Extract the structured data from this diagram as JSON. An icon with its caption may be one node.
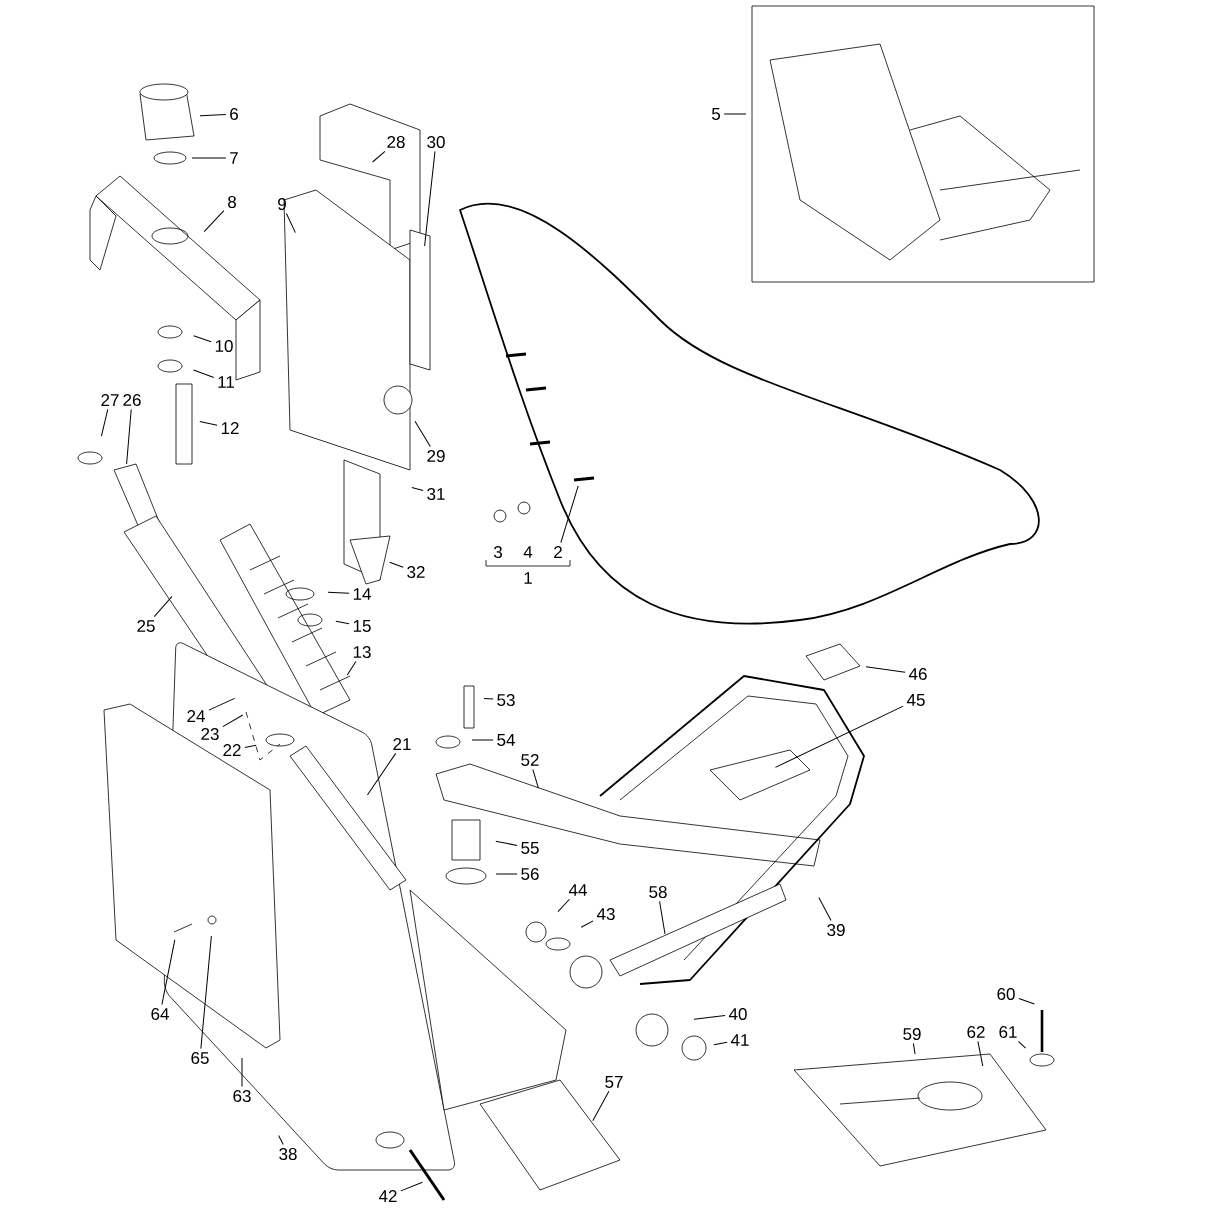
{
  "diagram": {
    "nodes": [
      {
        "text": [
          "5"
        ]
      },
      {
        "text": [
          "6"
        ]
      },
      {
        "text": [
          "28"
        ]
      },
      {
        "text": [
          "30"
        ]
      },
      {
        "text": [
          "7"
        ]
      },
      {
        "text": [
          "8"
        ]
      },
      {
        "text": [
          "9"
        ]
      },
      {
        "text": [
          "10"
        ]
      },
      {
        "text": [
          "11"
        ]
      },
      {
        "text": [
          "27"
        ]
      },
      {
        "text": [
          "26"
        ]
      },
      {
        "text": [
          "12"
        ]
      },
      {
        "text": [
          "29"
        ]
      },
      {
        "text": [
          "31"
        ]
      },
      {
        "text": [
          "2"
        ]
      },
      {
        "text": [
          "32"
        ]
      },
      {
        "text": [
          "14"
        ]
      },
      {
        "text": [
          "25"
        ]
      },
      {
        "text": [
          "15"
        ]
      },
      {
        "text": [
          "13"
        ]
      },
      {
        "text": [
          "46"
        ]
      },
      {
        "text": [
          "53"
        ]
      },
      {
        "text": [
          "45"
        ]
      },
      {
        "text": [
          "24"
        ]
      },
      {
        "text": [
          "23"
        ]
      },
      {
        "text": [
          "54"
        ]
      },
      {
        "text": [
          "21"
        ]
      },
      {
        "text": [
          "22"
        ]
      },
      {
        "text": [
          "52"
        ]
      },
      {
        "text": [
          "55"
        ]
      },
      {
        "text": [
          "56"
        ]
      },
      {
        "text": [
          "44"
        ]
      },
      {
        "text": [
          "58"
        ]
      },
      {
        "text": [
          "43"
        ]
      },
      {
        "text": [
          "39"
        ]
      },
      {
        "text": [
          "60"
        ]
      },
      {
        "text": [
          "40"
        ]
      },
      {
        "text": [
          "64"
        ]
      },
      {
        "text": [
          "59"
        ]
      },
      {
        "text": [
          "62"
        ]
      },
      {
        "text": [
          "61"
        ]
      },
      {
        "text": [
          "41"
        ]
      },
      {
        "text": [
          "65"
        ]
      },
      {
        "text": [
          "57"
        ]
      },
      {
        "text": [
          "63"
        ]
      },
      {
        "text": [
          "38"
        ]
      },
      {
        "text": [
          "42"
        ]
      }
    ],
    "edges": [
      {
        "from": 0,
        "to": null,
        "arrow": "none"
      },
      {
        "from": 1,
        "to": null,
        "arrow": "none"
      },
      {
        "from": 2,
        "to": null,
        "arrow": "none"
      },
      {
        "from": 3,
        "to": null,
        "arrow": "none"
      },
      {
        "from": 4,
        "to": null,
        "arrow": "none"
      },
      {
        "from": 5,
        "to": null,
        "arrow": "none"
      },
      {
        "from": 6,
        "to": null,
        "arrow": "none"
      },
      {
        "from": 7,
        "to": null,
        "arrow": "none"
      },
      {
        "from": 8,
        "to": null,
        "arrow": "none"
      },
      {
        "from": 9,
        "to": null,
        "arrow": "none"
      },
      {
        "from": 10,
        "to": null,
        "arrow": "none"
      },
      {
        "from": 11,
        "to": null,
        "arrow": "none"
      },
      {
        "from": 12,
        "to": null,
        "arrow": "none"
      },
      {
        "from": 13,
        "to": null,
        "arrow": "none"
      },
      {
        "from": 14,
        "to": null,
        "arrow": "none"
      },
      {
        "from": 15,
        "to": null,
        "arrow": "none"
      },
      {
        "from": 16,
        "to": null,
        "arrow": "none"
      },
      {
        "from": 17,
        "to": null,
        "arrow": "none"
      },
      {
        "from": 18,
        "to": null,
        "arrow": "none"
      },
      {
        "from": 19,
        "to": null,
        "arrow": "none"
      },
      {
        "from": 20,
        "to": null,
        "arrow": "none"
      },
      {
        "from": 21,
        "to": null,
        "arrow": "none"
      },
      {
        "from": 22,
        "to": null,
        "arrow": "none"
      },
      {
        "from": 23,
        "to": null,
        "arrow": "none"
      },
      {
        "from": 24,
        "to": null,
        "arrow": "none"
      },
      {
        "from": 25,
        "to": null,
        "arrow": "none"
      },
      {
        "from": 26,
        "to": null,
        "arrow": "none"
      },
      {
        "from": 27,
        "to": null,
        "arrow": "none"
      },
      {
        "from": 28,
        "to": null,
        "arrow": "none"
      },
      {
        "from": 29,
        "to": null,
        "arrow": "none"
      },
      {
        "from": 30,
        "to": null,
        "arrow": "none"
      },
      {
        "from": 31,
        "to": null,
        "arrow": "none"
      },
      {
        "from": 32,
        "to": null,
        "arrow": "none"
      },
      {
        "from": 33,
        "to": null,
        "arrow": "none"
      },
      {
        "from": 34,
        "to": null,
        "arrow": "none"
      },
      {
        "from": 35,
        "to": null,
        "arrow": "none"
      },
      {
        "from": 36,
        "to": null,
        "arrow": "none"
      },
      {
        "from": 37,
        "to": null,
        "arrow": "none"
      },
      {
        "from": 38,
        "to": null,
        "arrow": "none"
      },
      {
        "from": 39,
        "to": null,
        "arrow": "none"
      },
      {
        "from": 40,
        "to": null,
        "arrow": "none"
      },
      {
        "from": 41,
        "to": null,
        "arrow": "none"
      },
      {
        "from": 42,
        "to": null,
        "arrow": "none"
      },
      {
        "from": 43,
        "to": null,
        "arrow": "none"
      },
      {
        "from": 44,
        "to": null,
        "arrow": "none"
      },
      {
        "from": 45,
        "to": null,
        "arrow": "none"
      },
      {
        "from": 46,
        "to": null,
        "arrow": "none"
      }
    ],
    "labels": [
      "3",
      "4",
      "1"
    ]
  }
}
